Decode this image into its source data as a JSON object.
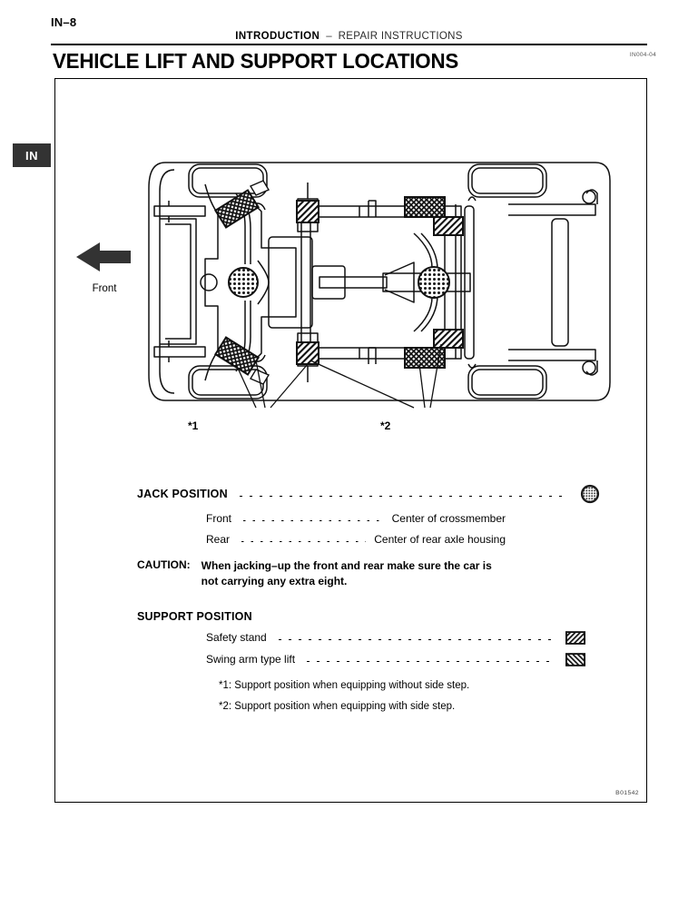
{
  "page": {
    "number": "IN–8",
    "header": {
      "section": "INTRODUCTION",
      "separator": "–",
      "subsection": "REPAIR INSTRUCTIONS"
    },
    "title": "VEHICLE LIFT AND SUPPORT LOCATIONS",
    "doc_code_top": "IN004-04",
    "doc_code_bottom": "B01542",
    "section_tab": "IN"
  },
  "diagram": {
    "direction_label": "Front",
    "direction_arrow": "arrow-left-icon",
    "callouts": [
      {
        "id": "callout-1",
        "label": "*1"
      },
      {
        "id": "callout-2",
        "label": "*2"
      }
    ]
  },
  "legend": {
    "jack": {
      "heading": "JACK POSITION",
      "symbol": "mesh-circle-icon",
      "rows": [
        {
          "key": "Front",
          "value": "Center of crossmember"
        },
        {
          "key": "Rear",
          "value": "Center of rear axle housing"
        }
      ]
    },
    "caution": {
      "tag": "CAUTION:",
      "line1": "When jacking–up the front and rear make sure the car is",
      "line2": "not carrying any extra eight."
    },
    "support": {
      "heading": "SUPPORT POSITION",
      "rows": [
        {
          "key": "Safety stand",
          "symbol": "hatch-right-box-icon"
        },
        {
          "key": "Swing arm type lift",
          "symbol": "hatch-left-box-icon"
        }
      ]
    },
    "notes": [
      "*1: Support position when equipping without side step.",
      "*2: Support position when equipping with side step."
    ]
  },
  "colors": {
    "ink": "#000000",
    "paper": "#ffffff",
    "tab_bg": "#333333",
    "code_gray": "#555555"
  }
}
